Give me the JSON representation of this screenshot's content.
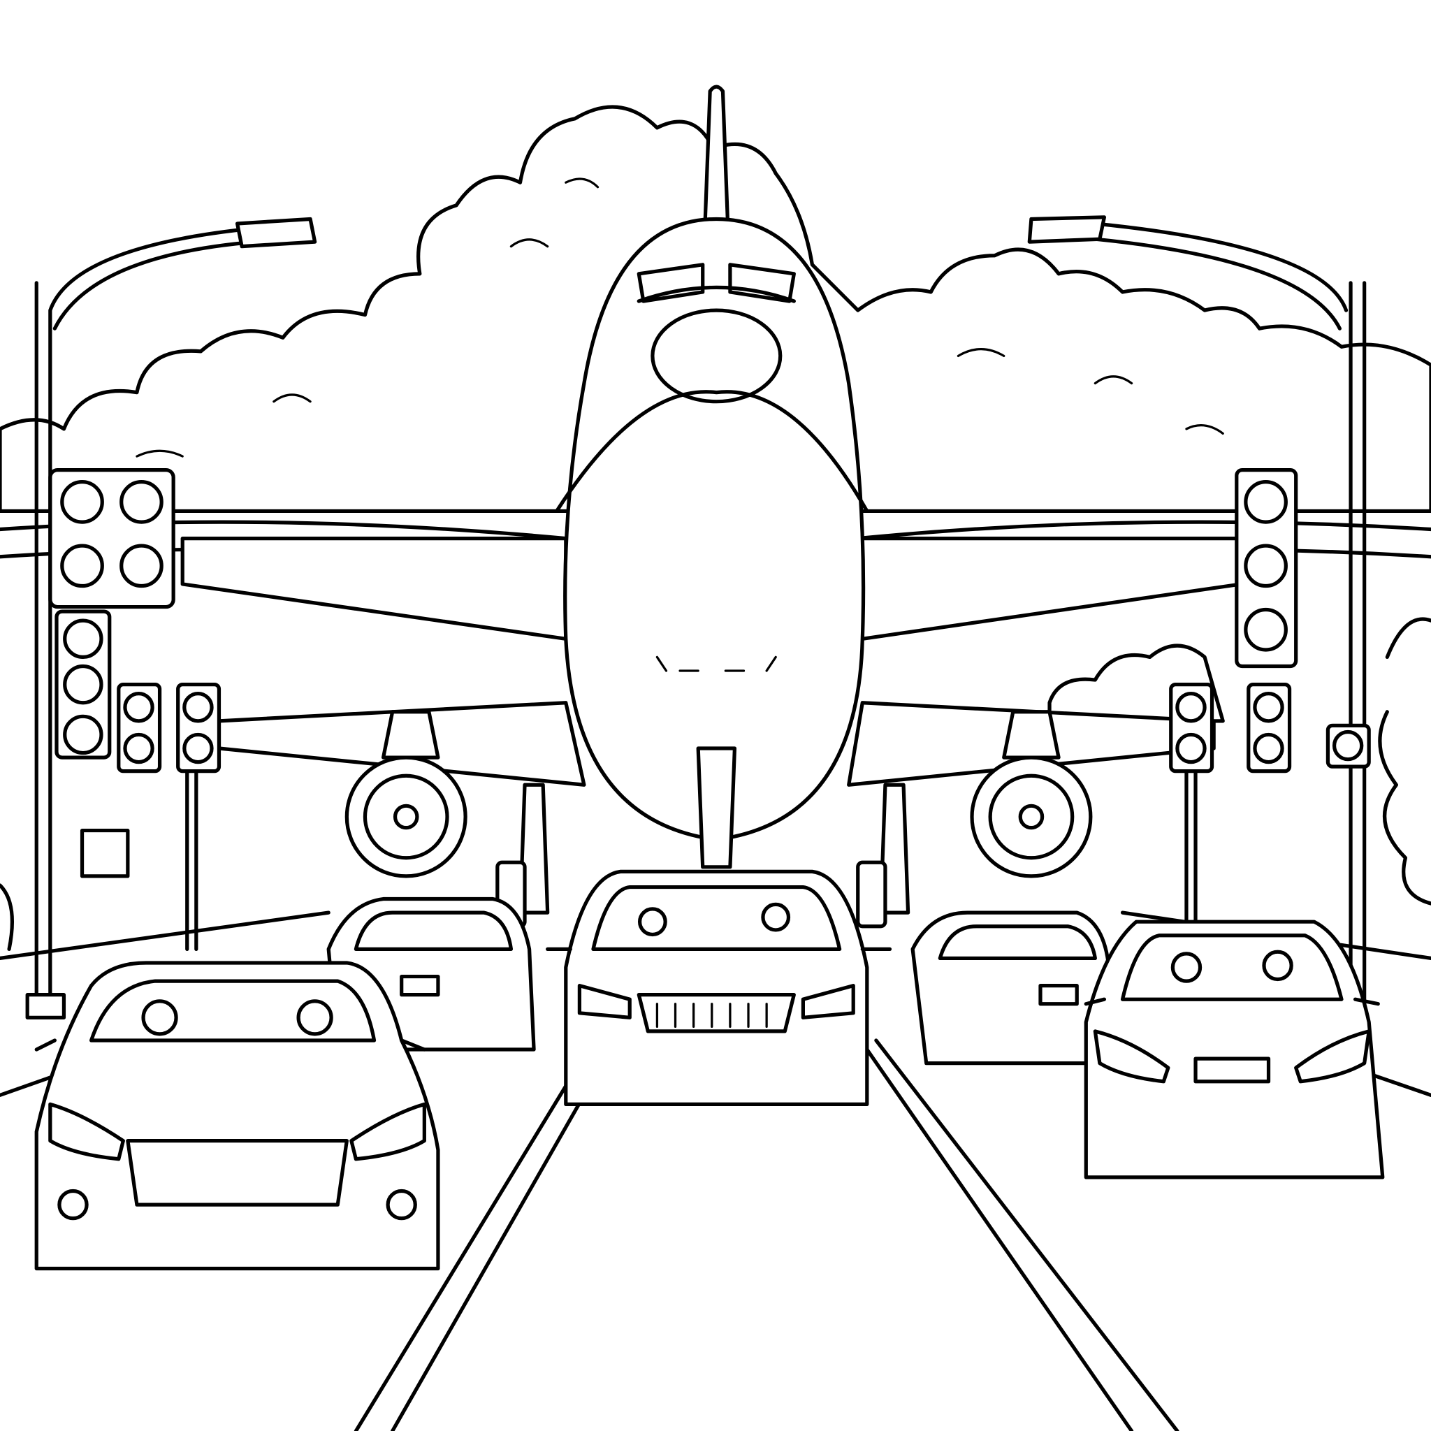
{
  "colors": {
    "line": "#000000",
    "background": "#ffffff"
  },
  "scene": {
    "style": "coloring-page line art",
    "subjects": [
      "airplane",
      "cars",
      "traffic-lights",
      "street-lamps",
      "clouds",
      "road",
      "trees"
    ]
  }
}
